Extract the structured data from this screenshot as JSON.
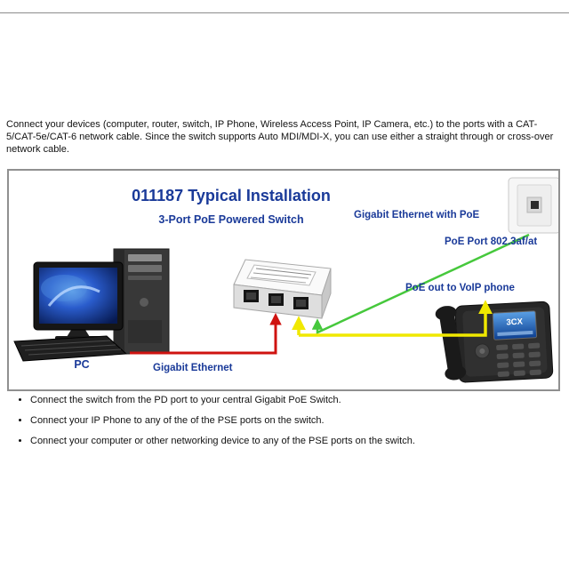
{
  "page": {
    "intro_text": "Connect your devices (computer, router, switch, IP Phone, Wireless Access Point, IP Camera, etc.) to the ports with a CAT-5/CAT-5e/CAT-6 network cable. Since the switch supports Auto MDI/MDI-X, you can use either a straight through or cross-over network cable.",
    "bullets": [
      "Connect the switch from the PD port to your central Gigabit PoE Switch.",
      "Connect your IP Phone to any of the of the PSE ports on the switch.",
      "Connect your computer or other networking device to any of the PSE ports on the switch."
    ]
  },
  "diagram": {
    "title": "011187 Typical Installation",
    "subtitle": "3-Port PoE Powered Switch",
    "labels": {
      "pc": "PC",
      "gigabit_ethernet": "Gigabit Ethernet",
      "gigabit_ethernet_with_poe": "Gigabit Ethernet with PoE",
      "poe_port": "PoE Port 802.3af/at",
      "poe_out_voip": "PoE out to VoIP phone",
      "phone_screen_brand": "3CX"
    },
    "colors": {
      "heading_blue": "#1a3a99",
      "arrow_red": "#cf1310",
      "arrow_green": "#46c83c",
      "arrow_yellow": "#f0e800",
      "panel_border": "#909090"
    }
  }
}
